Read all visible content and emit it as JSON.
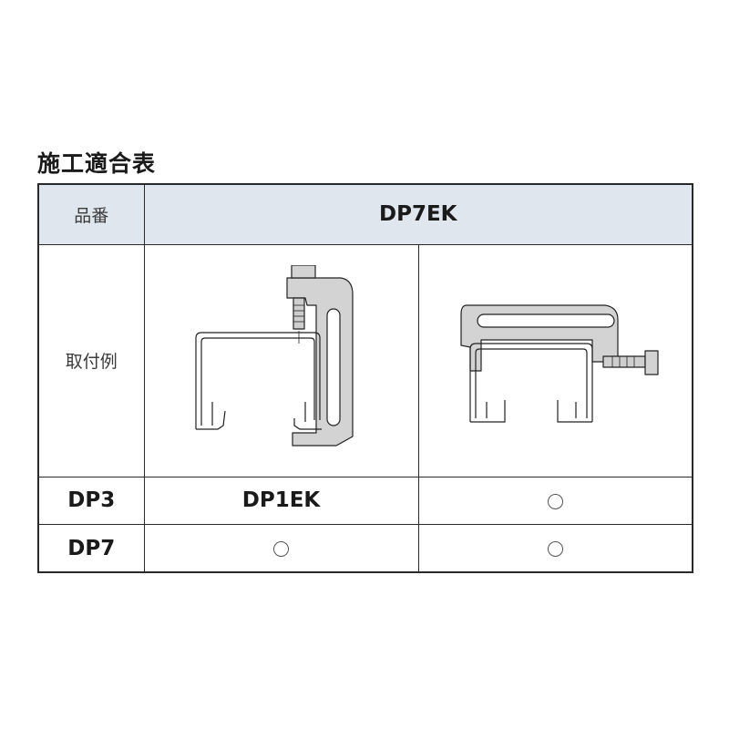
{
  "title": "施工適合表",
  "table": {
    "header": {
      "row_label": "品番",
      "product": "DP7EK"
    },
    "example_row": {
      "label": "取付例",
      "images": [
        {
          "icon": "side-clamp-mount-illustration"
        },
        {
          "icon": "top-clamp-mount-illustration"
        }
      ]
    },
    "rows": [
      {
        "label": "DP3",
        "col1": "DP1EK",
        "col2": "○"
      },
      {
        "label": "DP7",
        "col1": "○",
        "col2": "○"
      }
    ]
  }
}
